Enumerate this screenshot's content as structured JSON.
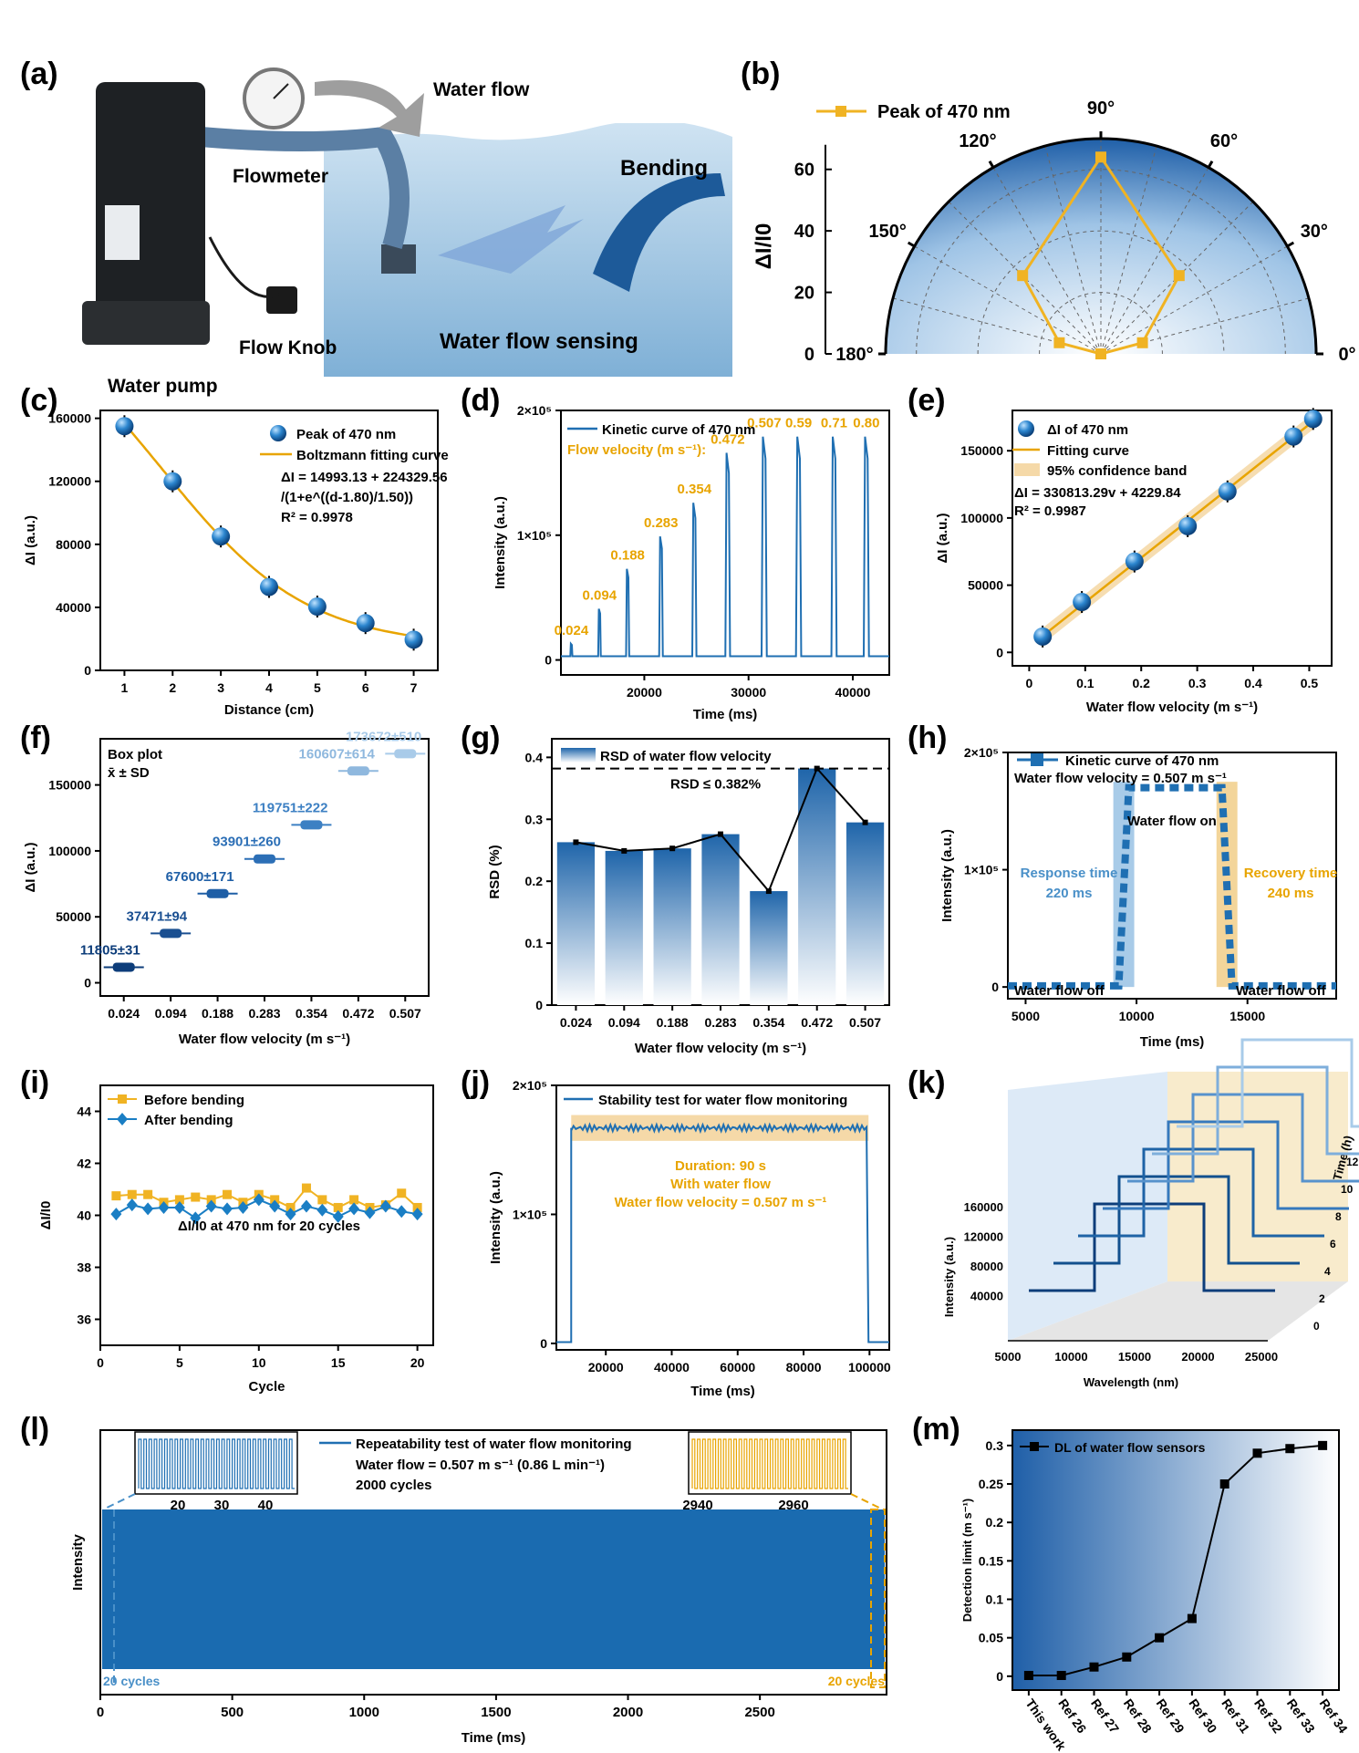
{
  "panel_labels": [
    "(a)",
    "(b)",
    "(c)",
    "(d)",
    "(e)",
    "(f)",
    "(g)",
    "(h)",
    "(i)",
    "(j)",
    "(k)",
    "(l)",
    "(m)"
  ],
  "colors": {
    "blue": "#1f6fb2",
    "navy": "#0d3d7a",
    "orange": "#e8a400",
    "gold": "#f0b323",
    "light_blue": "#8fc0e6",
    "grey_blue": "#4a90c8"
  },
  "panel_a": {
    "labels": {
      "water_flow": "Water flow",
      "flowmeter": "Flowmeter",
      "bending": "Bending",
      "flow_knob": "Flow Knob",
      "water_pump": "Water pump",
      "sensing": "Water flow sensing"
    }
  },
  "chart_data": [
    {
      "id": "b",
      "type": "polar-line",
      "legend": "Peak of 470 nm",
      "ylabel": "ΔI/I0",
      "angle_ticks": [
        "0°",
        "30°",
        "60°",
        "90°",
        "120°",
        "150°",
        "180°"
      ],
      "r_ticks": [
        0,
        20,
        40,
        60
      ],
      "rlim": [
        0,
        70
      ],
      "points": [
        {
          "angle": 0,
          "r": 0
        },
        {
          "angle": 15,
          "r": 14
        },
        {
          "angle": 45,
          "r": 36
        },
        {
          "angle": 90,
          "r": 64
        },
        {
          "angle": 135,
          "r": 36
        },
        {
          "angle": 165,
          "r": 14
        },
        {
          "angle": 180,
          "r": 0
        }
      ]
    },
    {
      "id": "c",
      "type": "scatter+fit",
      "xlabel": "Distance (cm)",
      "ylabel": "ΔI (a.u.)",
      "xlim": [
        0.5,
        7.5
      ],
      "ylim": [
        0,
        165000
      ],
      "xticks": [
        1,
        2,
        3,
        4,
        5,
        6,
        7
      ],
      "yticks": [
        0,
        40000,
        80000,
        120000,
        160000
      ],
      "legend": [
        "Peak of 470 nm",
        "Boltzmann fitting curve"
      ],
      "equation": [
        "ΔI = 14993.13 + 224329.56",
        "/(1+e^((d-1.80)/1.50))",
        "R² = 0.9978"
      ],
      "x": [
        1,
        2,
        3,
        4,
        5,
        6,
        7
      ],
      "y": [
        155000,
        120000,
        85000,
        53000,
        40500,
        30000,
        19500
      ],
      "fit": {
        "A": 14993.13,
        "B": 224329.56,
        "x0": 1.8,
        "w": 1.5
      }
    },
    {
      "id": "d",
      "type": "line",
      "legend": "Kinetic curve of 470 nm",
      "annotation_title": "Flow velocity (m s⁻¹):",
      "xlabel": "Time (ms)",
      "ylabel": "Intensity (a.u.)",
      "xlim": [
        12000,
        43500
      ],
      "ylim": [
        -12000,
        200000
      ],
      "xticks": [
        20000,
        30000,
        40000
      ],
      "yticks": [
        0,
        100000,
        200000
      ],
      "ytick_labels": [
        "0",
        "1×10⁵",
        "2×10⁵"
      ],
      "baseline": 3000,
      "peaks": [
        {
          "t": 13000,
          "h": 10000,
          "w": 200,
          "label": "0.024"
        },
        {
          "t": 15700,
          "h": 38000,
          "w": 250,
          "label": "0.094"
        },
        {
          "t": 18400,
          "h": 70000,
          "w": 300,
          "label": "0.188"
        },
        {
          "t": 21600,
          "h": 96000,
          "w": 350,
          "label": "0.283"
        },
        {
          "t": 24800,
          "h": 123000,
          "w": 400,
          "label": "0.354"
        },
        {
          "t": 28000,
          "h": 163000,
          "w": 450,
          "label": "0.472"
        },
        {
          "t": 31500,
          "h": 176000,
          "w": 500,
          "label": "0.507"
        },
        {
          "t": 34800,
          "h": 176000,
          "w": 500,
          "label": "0.59"
        },
        {
          "t": 38200,
          "h": 176000,
          "w": 500,
          "label": "0.71"
        },
        {
          "t": 41300,
          "h": 176000,
          "w": 500,
          "label": "0.80"
        }
      ]
    },
    {
      "id": "e",
      "type": "scatter+linear-fit",
      "legend": [
        "ΔI of 470 nm",
        "Fitting curve",
        "95% confidence band"
      ],
      "equation": [
        "ΔI = 330813.29v + 4229.84",
        "R² = 0.9987"
      ],
      "xlabel": "Water flow velocity (m s⁻¹)",
      "ylabel": "ΔI (a.u.)",
      "xlim": [
        -0.03,
        0.54
      ],
      "ylim": [
        -10000,
        180000
      ],
      "xticks": [
        0,
        0.1,
        0.2,
        0.3,
        0.4,
        0.5
      ],
      "yticks": [
        0,
        50000,
        100000,
        150000
      ],
      "x": [
        0.024,
        0.094,
        0.188,
        0.283,
        0.354,
        0.472,
        0.507
      ],
      "y": [
        11805,
        37471,
        67600,
        93901,
        119751,
        160607,
        173672
      ],
      "slope": 330813.29,
      "intercept": 4229.84
    },
    {
      "id": "f",
      "type": "box",
      "legend": [
        "Box plot",
        "x̄ ± SD"
      ],
      "xlabel": "Water flow velocity (m s⁻¹)",
      "ylabel": "ΔI (a.u.)",
      "categories": [
        "0.024",
        "0.094",
        "0.188",
        "0.283",
        "0.354",
        "0.472",
        "0.507"
      ],
      "ylim": [
        -10000,
        185000
      ],
      "yticks": [
        0,
        50000,
        100000,
        150000
      ],
      "values": [
        11805,
        37471,
        67600,
        93901,
        119751,
        160607,
        173672
      ],
      "labels": [
        "11805±31",
        "37471±94",
        "67600±171",
        "93901±260",
        "119751±222",
        "160607±614",
        "173672±510"
      ]
    },
    {
      "id": "g",
      "type": "bar+line",
      "legend": "RSD of water flow velocity",
      "threshold_label": "RSD ≤ 0.382%",
      "threshold": 0.382,
      "xlabel": "Water flow velocity (m s⁻¹)",
      "ylabel": "RSD (%)",
      "categories": [
        "0.024",
        "0.094",
        "0.188",
        "0.283",
        "0.354",
        "0.472",
        "0.507"
      ],
      "ylim": [
        0,
        0.43
      ],
      "yticks": [
        0,
        0.1,
        0.2,
        0.3,
        0.4
      ],
      "values": [
        0.263,
        0.249,
        0.253,
        0.276,
        0.184,
        0.382,
        0.295
      ]
    },
    {
      "id": "h",
      "type": "line",
      "legend": "Kinetic curve of 470 nm",
      "subtitle": "Water flow velocity = 0.507 m s⁻¹",
      "xlabel": "Time (ms)",
      "ylabel": "Intensity (a.u.)",
      "xlim": [
        4200,
        19000
      ],
      "ylim": [
        -10000,
        200000
      ],
      "xticks": [
        5000,
        10000,
        15000
      ],
      "yticks": [
        0,
        100000,
        200000
      ],
      "ytick_labels": [
        "0",
        "1×10⁵",
        "2×10⁵"
      ],
      "rise": [
        9200,
        9650
      ],
      "fall": [
        13850,
        14300
      ],
      "low": 1000,
      "high": 170000,
      "annotations": {
        "on": "Water flow on",
        "off_left": "Water flow off",
        "off_right": "Water flow off",
        "response": [
          "Response time",
          "220 ms"
        ],
        "recovery": [
          "Recovery time",
          "240 ms"
        ]
      }
    },
    {
      "id": "i",
      "type": "line-markers",
      "legend": [
        "Before bending",
        "After bending"
      ],
      "annotation": "ΔI/I0 at 470 nm for 20 cycles",
      "xlabel": "Cycle",
      "ylabel": "ΔI/I0",
      "xlim": [
        0,
        21
      ],
      "ylim": [
        35,
        45
      ],
      "xticks": [
        0,
        5,
        10,
        15,
        20
      ],
      "yticks": [
        36,
        38,
        40,
        42,
        44
      ],
      "x": [
        1,
        2,
        3,
        4,
        5,
        6,
        7,
        8,
        9,
        10,
        11,
        12,
        13,
        14,
        15,
        16,
        17,
        18,
        19,
        20
      ],
      "series": [
        {
          "name": "Before bending",
          "values": [
            40.75,
            40.8,
            40.8,
            40.5,
            40.6,
            40.7,
            40.6,
            40.8,
            40.5,
            40.8,
            40.6,
            40.3,
            41.05,
            40.6,
            40.3,
            40.6,
            40.3,
            40.4,
            40.85,
            40.3
          ]
        },
        {
          "name": "After bending",
          "values": [
            40.05,
            40.4,
            40.25,
            40.3,
            40.3,
            39.9,
            40.35,
            40.25,
            40.3,
            40.6,
            40.35,
            40.05,
            40.35,
            40.2,
            39.95,
            40.25,
            40.1,
            40.35,
            40.15,
            40.05
          ]
        }
      ]
    },
    {
      "id": "j",
      "type": "line",
      "legend": "Stability test for water flow monitoring",
      "annotation": [
        "Duration: 90 s",
        "With water flow",
        "Water flow velocity = 0.507 m s⁻¹"
      ],
      "xlabel": "Time (ms)",
      "ylabel": "Intensity (a.u.)",
      "xlim": [
        5000,
        106000
      ],
      "ylim": [
        -5000,
        200000
      ],
      "xticks": [
        20000,
        40000,
        60000,
        80000,
        100000
      ],
      "yticks": [
        0,
        100000,
        200000
      ],
      "ytick_labels": [
        "0",
        "1×10⁵",
        "2×10⁵"
      ],
      "on": 9500,
      "off": 99700,
      "level": 167000
    },
    {
      "id": "k",
      "type": "3d-waterfall",
      "xlabel": "Wavelength (nm)",
      "ylabel": "Intensity (a.u.)",
      "zlabel": "Time (h)",
      "xticks": [
        5000,
        10000,
        15000,
        20000,
        25000
      ],
      "yticks": [
        40000,
        80000,
        120000,
        160000
      ],
      "zticks": [
        0,
        2,
        4,
        6,
        8,
        10,
        12
      ]
    },
    {
      "id": "l",
      "type": "line",
      "legend": "Repeatability test of water flow monitoring",
      "info": [
        "Water flow = 0.507 m s⁻¹ (0.86 L min⁻¹)",
        "2000 cycles"
      ],
      "xlabel": "Time (ms)",
      "ylabel": "Intensity",
      "xlim": [
        0,
        2980
      ],
      "xticks": [
        0,
        500,
        1000,
        1500,
        2000,
        2500
      ],
      "inset_left_ticks": [
        "20",
        "30",
        "40"
      ],
      "inset_right_ticks": [
        "2940",
        "2960"
      ],
      "corner_left": "20 cycles",
      "corner_right": "20 cycles"
    },
    {
      "id": "m",
      "type": "line-markers",
      "legend": "DL of water flow sensors",
      "ylabel": "Detection limit (m s⁻¹)",
      "categories": [
        "This work",
        "Ref 26",
        "Ref 27",
        "Ref 28",
        "Ref 29",
        "Ref 30",
        "Ref 31",
        "Ref 32",
        "Ref 33",
        "Ref 34"
      ],
      "ylim": [
        -0.018,
        0.32
      ],
      "yticks": [
        0,
        0.05,
        0.1,
        0.15,
        0.2,
        0.25,
        0.3
      ],
      "values": [
        0.001,
        0.001,
        0.012,
        0.025,
        0.05,
        0.075,
        0.25,
        0.29,
        0.296,
        0.3
      ]
    }
  ]
}
